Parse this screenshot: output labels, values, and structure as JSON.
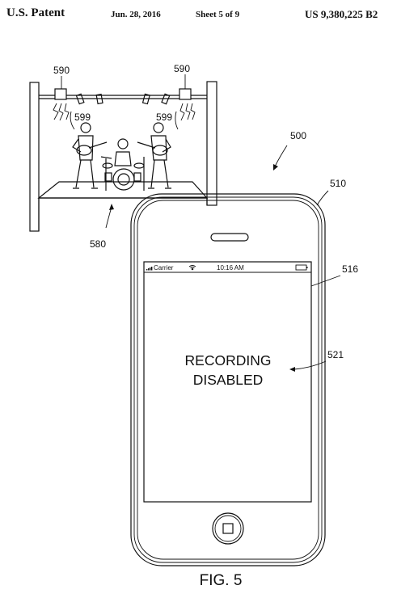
{
  "header": {
    "patent_label": "U.S. Patent",
    "date": "Jun. 28, 2016",
    "sheet": "Sheet 5 of 9",
    "number": "US 9,380,225 B2"
  },
  "refs": {
    "figure_ref": "500",
    "light_left": "590",
    "light_right": "590",
    "signal_left": "599",
    "signal_right": "599",
    "stage": "580",
    "phone": "510",
    "screen": "516",
    "message": "521"
  },
  "phone_status": {
    "carrier": "Carrier",
    "time": "10:16 AM"
  },
  "screen_message": {
    "line1": "RECORDING",
    "line2": "DISABLED"
  },
  "caption": "FIG. 5"
}
